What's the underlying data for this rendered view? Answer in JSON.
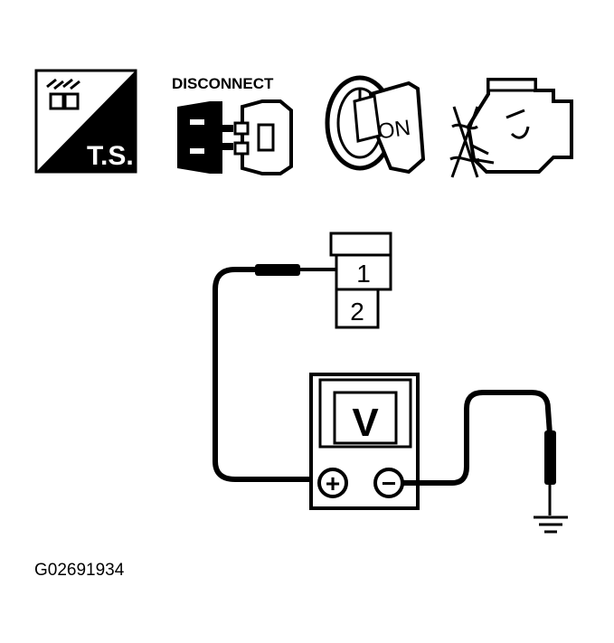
{
  "icons": {
    "ts_label": "T.S.",
    "disconnect_label": "DISCONNECT",
    "ignition_label": "ON"
  },
  "connector": {
    "pin_top": "1",
    "pin_bottom": "2"
  },
  "voltmeter": {
    "display": "V",
    "positive": "+",
    "negative": "−"
  },
  "figure_id": "G02691934",
  "colors": {
    "ink": "#000000",
    "paper": "#ffffff"
  }
}
